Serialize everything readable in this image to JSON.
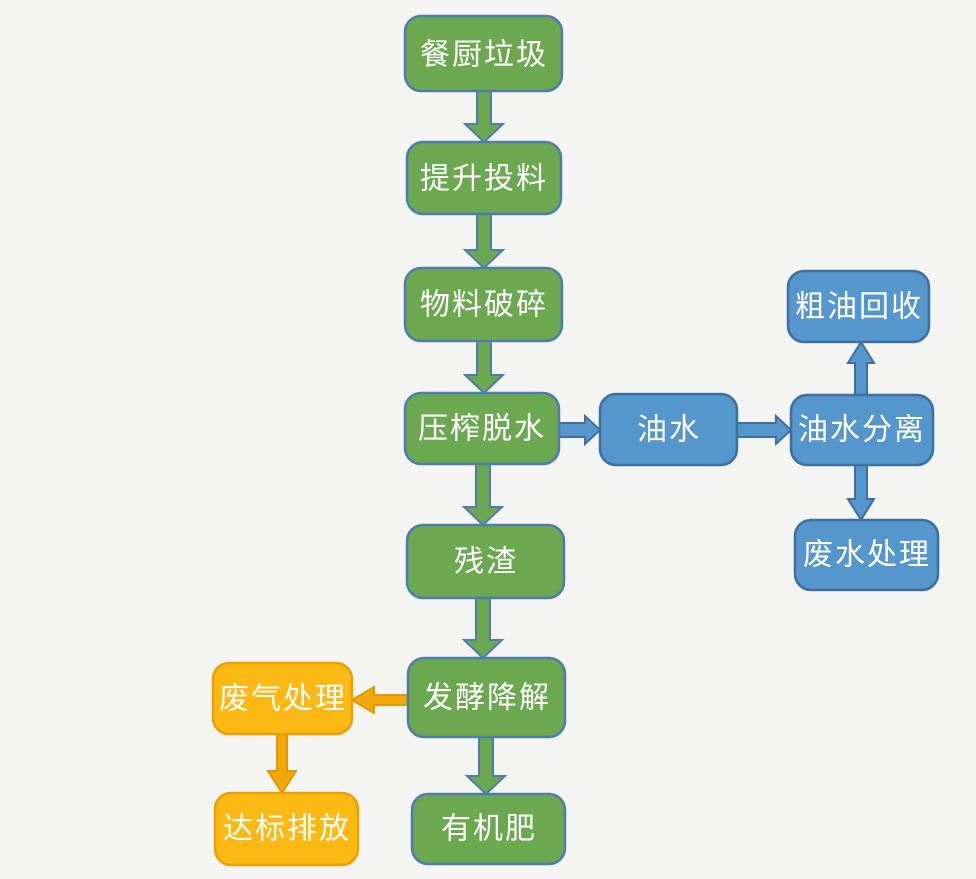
{
  "palette": {
    "background": "#f4f4f2",
    "node_text": "#ffffff",
    "green": {
      "fill": "#6ba84f",
      "stroke": "#4f7cb0"
    },
    "blue": {
      "fill": "#5596cc",
      "stroke": "#3d6f9f"
    },
    "orange": {
      "fill": "#fcb813",
      "stroke": "#e7a100"
    },
    "arrow_orange": {
      "fill": "#f3a70b",
      "stroke": "#e09a00"
    }
  },
  "flowchart": {
    "nodes": [
      {
        "id": "kitchen-waste",
        "label": "餐厨垃圾",
        "color": "green"
      },
      {
        "id": "lifting-feeding",
        "label": "提升投料",
        "color": "green"
      },
      {
        "id": "material-crushing",
        "label": "物料破碎",
        "color": "green"
      },
      {
        "id": "press-dewatering",
        "label": "压榨脱水",
        "color": "green"
      },
      {
        "id": "oil-water",
        "label": "油水",
        "color": "blue"
      },
      {
        "id": "oil-water-separation",
        "label": "油水分离",
        "color": "blue"
      },
      {
        "id": "crude-oil-recovery",
        "label": "粗油回收",
        "color": "blue"
      },
      {
        "id": "wastewater-treatment",
        "label": "废水处理",
        "color": "blue"
      },
      {
        "id": "residue",
        "label": "残渣",
        "color": "green"
      },
      {
        "id": "fermentation-degradation",
        "label": "发酵降解",
        "color": "green"
      },
      {
        "id": "organic-fertilizer",
        "label": "有机肥",
        "color": "green"
      },
      {
        "id": "waste-gas-treatment",
        "label": "废气处理",
        "color": "orange"
      },
      {
        "id": "standard-discharge",
        "label": "达标排放",
        "color": "orange"
      }
    ],
    "edges": [
      {
        "from": "kitchen-waste",
        "to": "lifting-feeding",
        "direction": "down",
        "color": "green"
      },
      {
        "from": "lifting-feeding",
        "to": "material-crushing",
        "direction": "down",
        "color": "green"
      },
      {
        "from": "material-crushing",
        "to": "press-dewatering",
        "direction": "down",
        "color": "green"
      },
      {
        "from": "press-dewatering",
        "to": "oil-water",
        "direction": "right",
        "color": "blue"
      },
      {
        "from": "oil-water",
        "to": "oil-water-separation",
        "direction": "right",
        "color": "blue"
      },
      {
        "from": "oil-water-separation",
        "to": "crude-oil-recovery",
        "direction": "up",
        "color": "blue"
      },
      {
        "from": "oil-water-separation",
        "to": "wastewater-treatment",
        "direction": "down",
        "color": "blue"
      },
      {
        "from": "press-dewatering",
        "to": "residue",
        "direction": "down",
        "color": "green"
      },
      {
        "from": "residue",
        "to": "fermentation-degradation",
        "direction": "down",
        "color": "green"
      },
      {
        "from": "fermentation-degradation",
        "to": "waste-gas-treatment",
        "direction": "left",
        "color": "orange"
      },
      {
        "from": "waste-gas-treatment",
        "to": "standard-discharge",
        "direction": "down",
        "color": "orange"
      },
      {
        "from": "fermentation-degradation",
        "to": "organic-fertilizer",
        "direction": "down",
        "color": "green"
      }
    ]
  }
}
